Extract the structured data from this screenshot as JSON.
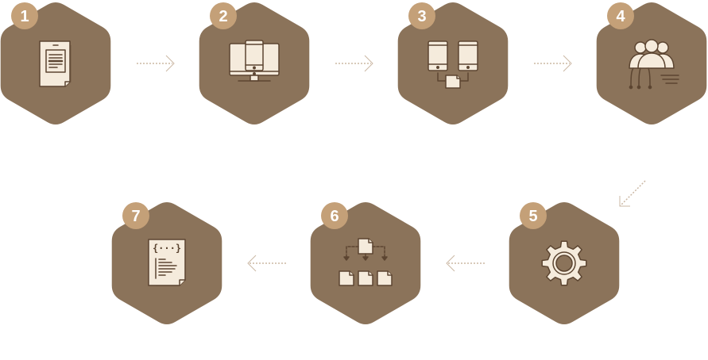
{
  "colors": {
    "hexagon": "#8b735a",
    "badge": "#c4a078",
    "badge_text": "#ffffff",
    "icon_fill": "#f5ebdc",
    "icon_stroke": "#5c4531",
    "arrow": "#cbb8a4"
  },
  "steps": [
    {
      "number": "1",
      "icon": "document-icon"
    },
    {
      "number": "2",
      "icon": "devices-icon"
    },
    {
      "number": "3",
      "icon": "mobile-sync-icon"
    },
    {
      "number": "4",
      "icon": "team-icon"
    },
    {
      "number": "5",
      "icon": "gear-icon"
    },
    {
      "number": "6",
      "icon": "hierarchy-icon"
    },
    {
      "number": "7",
      "icon": "code-document-icon"
    }
  ]
}
